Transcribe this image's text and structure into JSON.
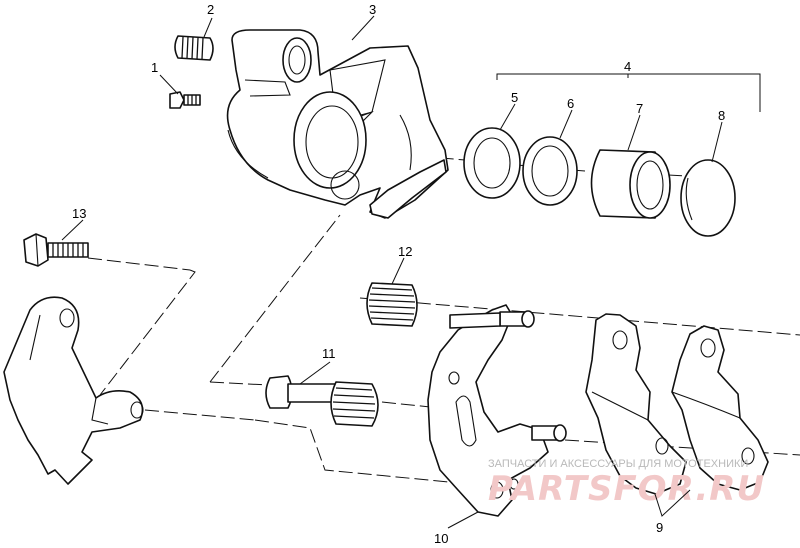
{
  "callouts": [
    {
      "id": "1",
      "label": "1"
    },
    {
      "id": "2",
      "label": "2"
    },
    {
      "id": "3",
      "label": "3"
    },
    {
      "id": "4",
      "label": "4"
    },
    {
      "id": "5",
      "label": "5"
    },
    {
      "id": "6",
      "label": "6"
    },
    {
      "id": "7",
      "label": "7"
    },
    {
      "id": "8",
      "label": "8"
    },
    {
      "id": "9",
      "label": "9"
    },
    {
      "id": "10",
      "label": "10"
    },
    {
      "id": "11",
      "label": "11"
    },
    {
      "id": "12",
      "label": "12"
    },
    {
      "id": "13",
      "label": "13"
    }
  ],
  "watermark": {
    "caption": "ЗАПЧАСТИ И АКСЕССУАРЫ ДЛЯ МОТОТЕХНИКИ",
    "brand": "PARTSFOR.RU",
    "color": "#e89a9a"
  }
}
